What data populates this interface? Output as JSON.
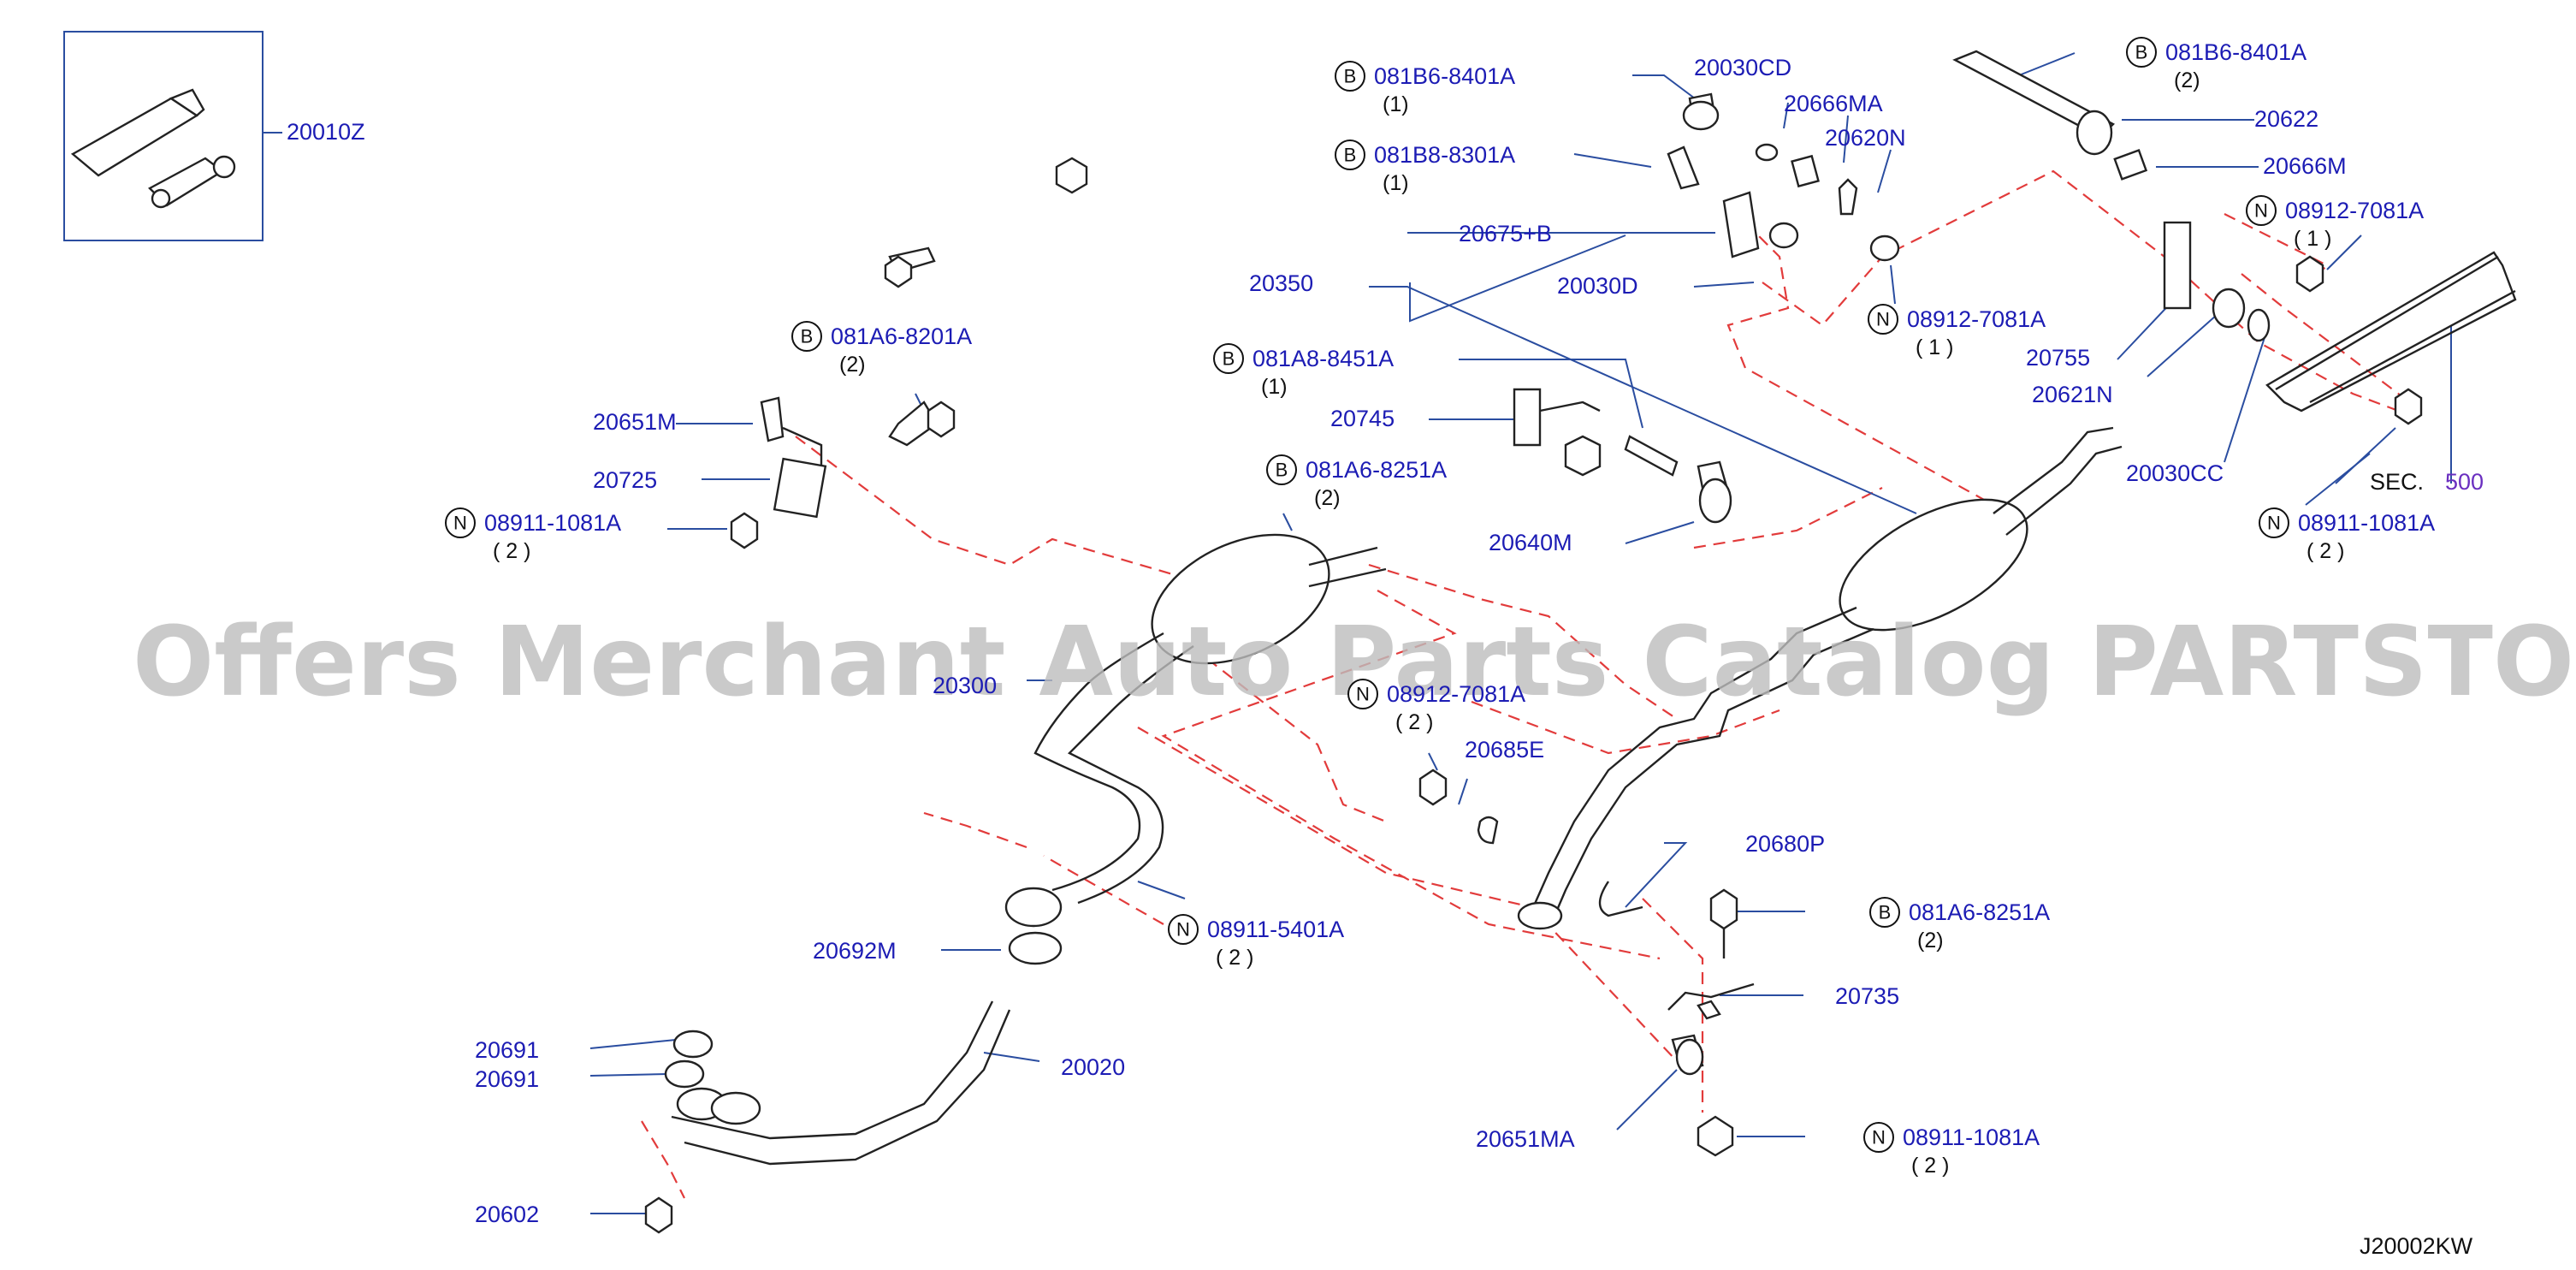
{
  "watermark": "Offers Merchant Auto Parts Catalog PARTSTORE.SA",
  "diagram_code": "J20002KW",
  "callouts": [
    {
      "prefix": "",
      "code": "20010Z",
      "qty": ""
    },
    {
      "prefix": "B",
      "code": "081B6-8401A",
      "qty": "(1)"
    },
    {
      "prefix": "",
      "code": "20030CD",
      "qty": ""
    },
    {
      "prefix": "",
      "code": "20666MA",
      "qty": ""
    },
    {
      "prefix": "",
      "code": "20620N",
      "qty": ""
    },
    {
      "prefix": "B",
      "code": "081B6-8401A",
      "qty": "(2)"
    },
    {
      "prefix": "",
      "code": "20622",
      "qty": ""
    },
    {
      "prefix": "",
      "code": "20666M",
      "qty": ""
    },
    {
      "prefix": "B",
      "code": "081B8-8301A",
      "qty": "(1)"
    },
    {
      "prefix": "N",
      "code": "08912-7081A",
      "qty": "( 1 )"
    },
    {
      "prefix": "",
      "code": "20675+B",
      "qty": ""
    },
    {
      "prefix": "",
      "code": "20350",
      "qty": ""
    },
    {
      "prefix": "",
      "code": "20030D",
      "qty": ""
    },
    {
      "prefix": "N",
      "code": "08912-7081A",
      "qty": "( 1 )"
    },
    {
      "prefix": "",
      "code": "20755",
      "qty": ""
    },
    {
      "prefix": "",
      "code": "20621N",
      "qty": ""
    },
    {
      "prefix": "B",
      "code": "081A6-8201A",
      "qty": "(2)"
    },
    {
      "prefix": "B",
      "code": "081A8-8451A",
      "qty": "(1)"
    },
    {
      "prefix": "",
      "code": "20651M",
      "qty": ""
    },
    {
      "prefix": "",
      "code": "20745",
      "qty": ""
    },
    {
      "prefix": "",
      "code": "20030CC",
      "qty": ""
    },
    {
      "prefix": "",
      "code": "20725",
      "qty": ""
    },
    {
      "prefix": "B",
      "code": "081A6-8251A",
      "qty": "(2)"
    },
    {
      "prefix": "N",
      "code": "08911-1081A",
      "qty": "( 2 )"
    },
    {
      "prefix": "",
      "code": "20640M",
      "qty": ""
    },
    {
      "prefix": "N",
      "code": "08911-1081A",
      "qty": "( 2 )"
    },
    {
      "prefix": "N",
      "code": "08912-7081A",
      "qty": "( 2 )"
    },
    {
      "prefix": "",
      "code": "20685E",
      "qty": ""
    },
    {
      "prefix": "",
      "code": "20680P",
      "qty": ""
    },
    {
      "prefix": "N",
      "code": "08911-5401A",
      "qty": "( 2 )"
    },
    {
      "prefix": "B",
      "code": "081A6-8251A",
      "qty": "(2)"
    },
    {
      "prefix": "",
      "code": "20692M",
      "qty": ""
    },
    {
      "prefix": "",
      "code": "20735",
      "qty": ""
    },
    {
      "prefix": "",
      "code": "20691",
      "qty": ""
    },
    {
      "prefix": "",
      "code": "20020",
      "qty": ""
    },
    {
      "prefix": "",
      "code": "20691",
      "qty": ""
    },
    {
      "prefix": "",
      "code": "20651MA",
      "qty": ""
    },
    {
      "prefix": "N",
      "code": "08911-1081A",
      "qty": "( 2 )"
    },
    {
      "prefix": "",
      "code": "20602",
      "qty": ""
    },
    {
      "prefix": "",
      "code": "20300",
      "qty": ""
    }
  ],
  "section_ref": {
    "prefix": "SEC.",
    "number": "500"
  }
}
